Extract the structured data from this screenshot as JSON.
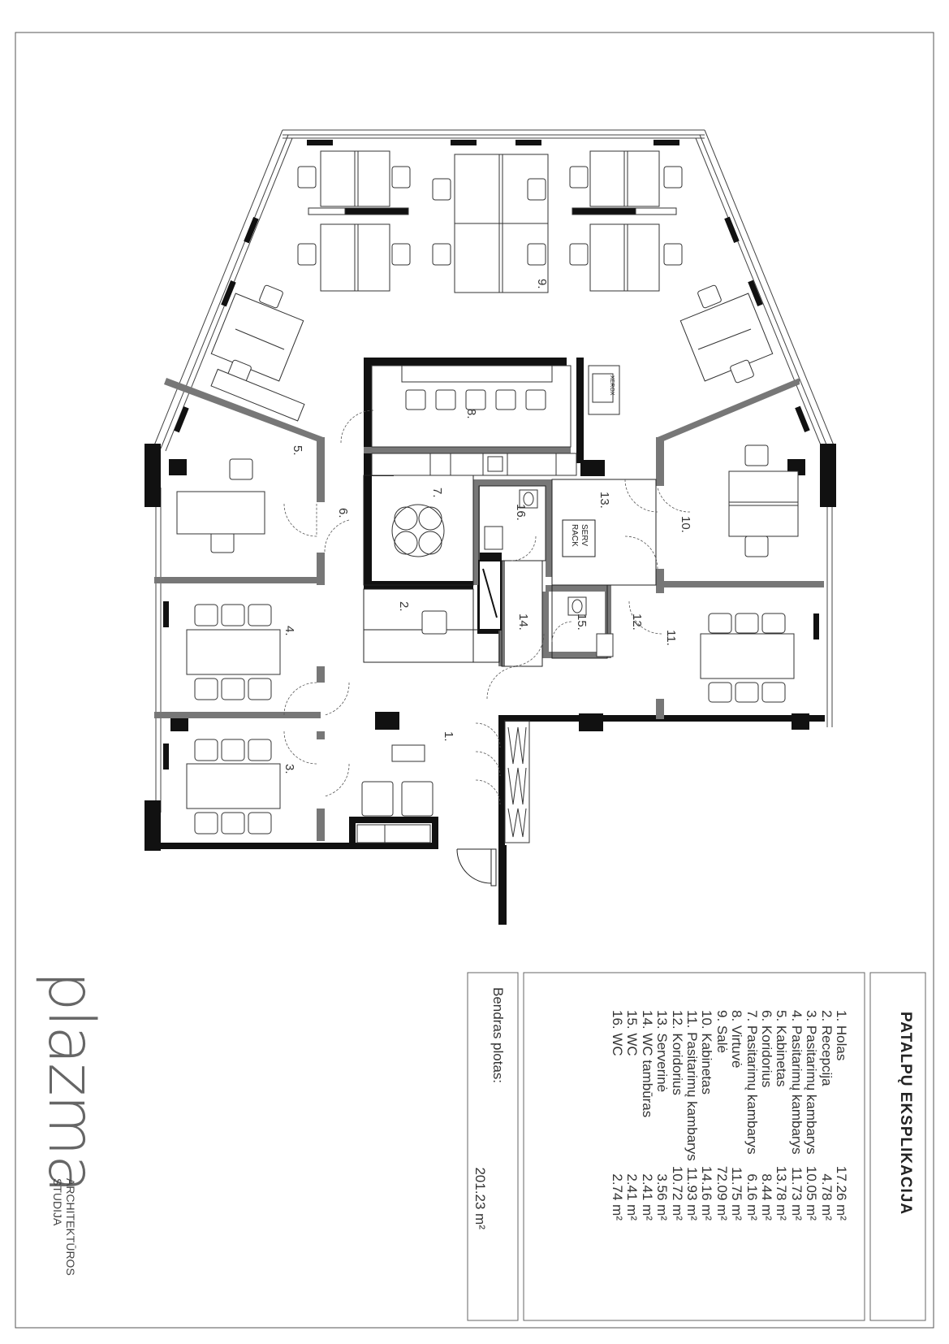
{
  "legend": {
    "title": "PATALPŲ EKSPLIKACIJA",
    "rooms": [
      {
        "name": "1. Holas",
        "area": "17.26 m²"
      },
      {
        "name": "2. Recepcija",
        "area": "4.78 m²"
      },
      {
        "name": "3. Pasitarimų kambarys",
        "area": "10.05 m²"
      },
      {
        "name": "4. Pasitarimų kambarys",
        "area": "11.73 m²"
      },
      {
        "name": "5. Kabinetas",
        "area": "13.78 m²"
      },
      {
        "name": "6. Koridorius",
        "area": "8.44 m²"
      },
      {
        "name": "7. Pasitarimų kambarys",
        "area": "6.16 m²"
      },
      {
        "name": "8. Virtuvė",
        "area": "11.75 m²"
      },
      {
        "name": "9. Salė",
        "area": "72.09 m²"
      },
      {
        "name": "10. Kabinetas",
        "area": "14.16 m²"
      },
      {
        "name": "11. Pasitarimų kambarys",
        "area": "11.93 m²"
      },
      {
        "name": "12. Koridorius",
        "area": "10.72 m²"
      },
      {
        "name": "13. Serverinė",
        "area": "3.56 m²"
      },
      {
        "name": "14. WC tambūras",
        "area": "2.41 m²"
      },
      {
        "name": "15. WC",
        "area": "2.41 m²"
      },
      {
        "name": "16. WC",
        "area": "2.74 m²"
      }
    ]
  },
  "total": {
    "label": "Bendras plotas:",
    "value": "201.23 m²"
  },
  "logo": {
    "mark": "plazma",
    "line1": "ARCHITEKTŪROS",
    "line2": "STUDIJA"
  },
  "plan": {
    "room_labels": [
      "1.",
      "2.",
      "3.",
      "4.",
      "5.",
      "6.",
      "7.",
      "8.",
      "9.",
      "10.",
      "11.",
      "12.",
      "13.",
      "14.",
      "15.",
      "16."
    ],
    "serv_line1": "SERV",
    "serv_line2": "RACK",
    "xerox": "XEROX"
  }
}
